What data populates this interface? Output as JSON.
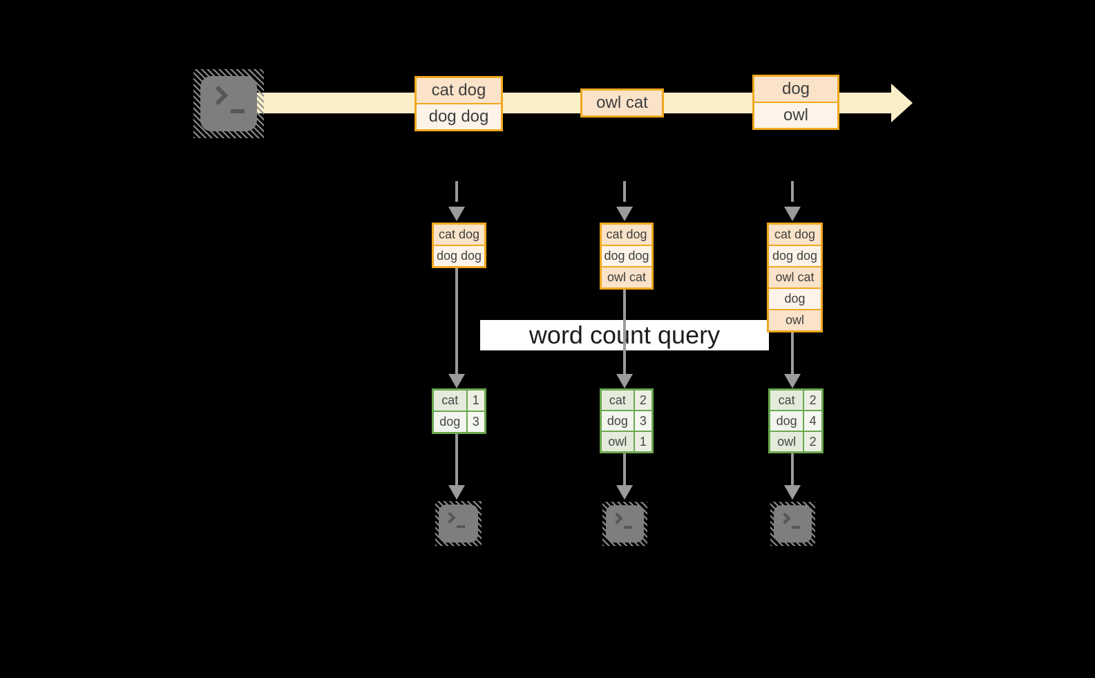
{
  "title_label": "word count query",
  "stream": {
    "source_icon": "terminal-icon",
    "batches": [
      {
        "rows": [
          "cat dog",
          "dog dog"
        ]
      },
      {
        "rows": [
          "owl cat"
        ]
      },
      {
        "rows": [
          "dog",
          "owl"
        ]
      }
    ]
  },
  "columns": [
    {
      "batch_rows": [
        "cat dog",
        "dog dog"
      ],
      "counts": [
        {
          "word": "cat",
          "count": "1"
        },
        {
          "word": "dog",
          "count": "3"
        }
      ]
    },
    {
      "batch_rows": [
        "cat dog",
        "dog dog",
        "owl cat"
      ],
      "counts": [
        {
          "word": "cat",
          "count": "2"
        },
        {
          "word": "dog",
          "count": "3"
        },
        {
          "word": "owl",
          "count": "1"
        }
      ]
    },
    {
      "batch_rows": [
        "cat dog",
        "dog dog",
        "owl cat",
        "dog",
        "owl"
      ],
      "counts": [
        {
          "word": "cat",
          "count": "2"
        },
        {
          "word": "dog",
          "count": "4"
        },
        {
          "word": "owl",
          "count": "2"
        }
      ]
    }
  ],
  "colors": {
    "background": "#000000",
    "stream_band": "#FBEFC9",
    "box_border": "#F0A81E",
    "box_fill_dark": "#FAE3C9",
    "box_fill_light": "#FDF3E8",
    "table_border": "#6AA84F",
    "table_fill_dark": "#E4EBDB",
    "table_fill_light": "#F1F5ED",
    "arrow_gray": "#9B9B9B",
    "terminal_gray": "#7E7E7E",
    "label_bg": "#FFFFFF"
  }
}
